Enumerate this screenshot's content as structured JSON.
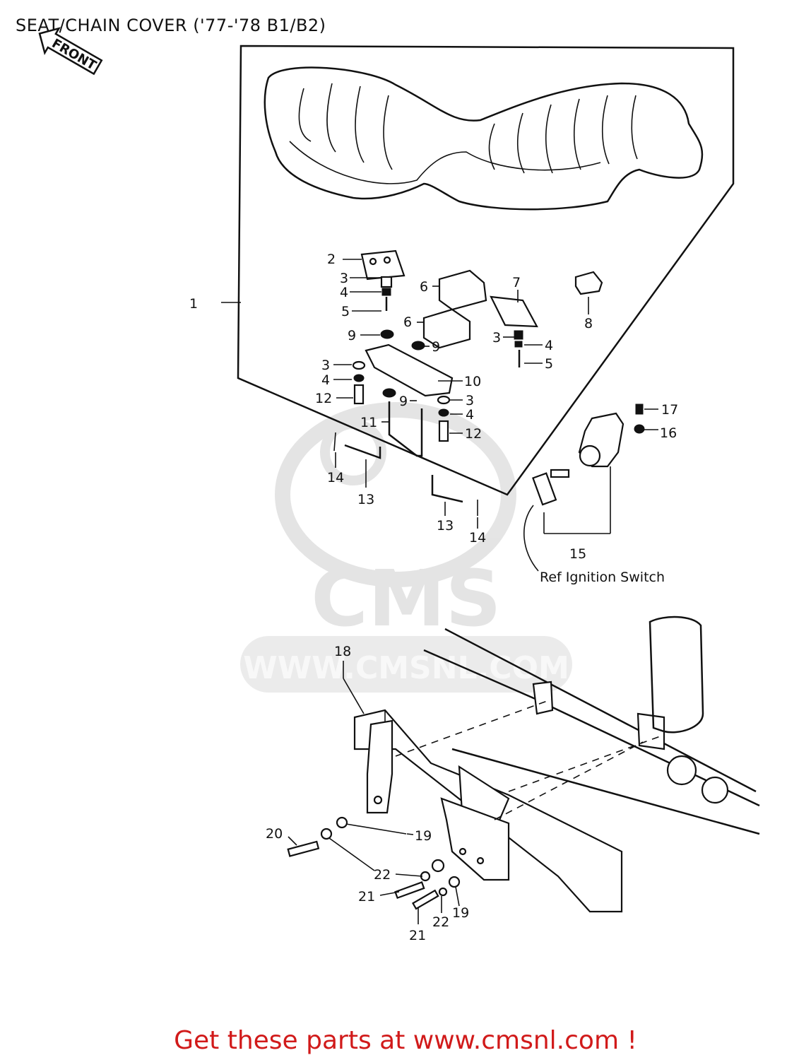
{
  "title": "SEAT/CHAIN COVER ('77-'78 B1/B2)",
  "front_arrow": "FRONT",
  "watermark": {
    "logo": "CMS",
    "url": "WWW.CMSNL.COM"
  },
  "callouts": [
    {
      "id": "1",
      "text": "1"
    },
    {
      "id": "2",
      "text": "2"
    },
    {
      "id": "3a",
      "text": "3"
    },
    {
      "id": "4a",
      "text": "4"
    },
    {
      "id": "5a",
      "text": "5"
    },
    {
      "id": "6a",
      "text": "6"
    },
    {
      "id": "7",
      "text": "7"
    },
    {
      "id": "8",
      "text": "8"
    },
    {
      "id": "6b",
      "text": "6"
    },
    {
      "id": "9a",
      "text": "9"
    },
    {
      "id": "9b",
      "text": "9"
    },
    {
      "id": "3b",
      "text": "3"
    },
    {
      "id": "4b",
      "text": "4"
    },
    {
      "id": "5b",
      "text": "5"
    },
    {
      "id": "3c",
      "text": "3"
    },
    {
      "id": "4c",
      "text": "4"
    },
    {
      "id": "10",
      "text": "10"
    },
    {
      "id": "12a",
      "text": "12"
    },
    {
      "id": "9c",
      "text": "9"
    },
    {
      "id": "3d",
      "text": "3"
    },
    {
      "id": "4d",
      "text": "4"
    },
    {
      "id": "11",
      "text": "11"
    },
    {
      "id": "12b",
      "text": "12"
    },
    {
      "id": "14a",
      "text": "14"
    },
    {
      "id": "13a",
      "text": "13"
    },
    {
      "id": "13b",
      "text": "13"
    },
    {
      "id": "14b",
      "text": "14"
    },
    {
      "id": "17",
      "text": "17"
    },
    {
      "id": "16",
      "text": "16"
    },
    {
      "id": "15",
      "text": "15"
    },
    {
      "id": "18",
      "text": "18"
    },
    {
      "id": "20",
      "text": "20"
    },
    {
      "id": "19a",
      "text": "19"
    },
    {
      "id": "22a",
      "text": "22"
    },
    {
      "id": "21a",
      "text": "21"
    },
    {
      "id": "22b",
      "text": "22"
    },
    {
      "id": "19b",
      "text": "19"
    },
    {
      "id": "21b",
      "text": "21"
    }
  ],
  "reference_note": "Ref  Ignition Switch",
  "footer": "Get these parts at www.cmsnl.com !"
}
